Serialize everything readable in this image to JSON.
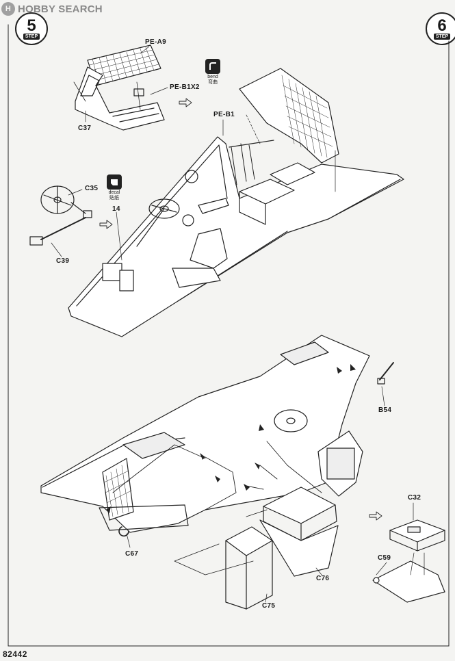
{
  "watermark": {
    "logo_text": "H",
    "text": "HOBBY SEARCH"
  },
  "steps": [
    {
      "number": "5",
      "label": "STEP"
    },
    {
      "number": "6",
      "label": "STEP"
    }
  ],
  "parts": {
    "pe_a9": "PE-A9",
    "pe_b1x2": "PE-B1X2",
    "c37": "C37",
    "pe_b1": "PE-B1",
    "c35": "C35",
    "c39": "C39",
    "b54": "B54",
    "c32": "C32",
    "c59": "C59",
    "c67": "C67",
    "c75": "C75",
    "c76": "C76",
    "i4": "14"
  },
  "badges": {
    "bend": {
      "icon": "bend-icon",
      "caption_en": "bend",
      "caption_cn": "弯曲"
    },
    "decal": {
      "icon": "decal-icon",
      "caption_en": "decal",
      "caption_cn": "贴纸"
    }
  },
  "page_number": "82442"
}
